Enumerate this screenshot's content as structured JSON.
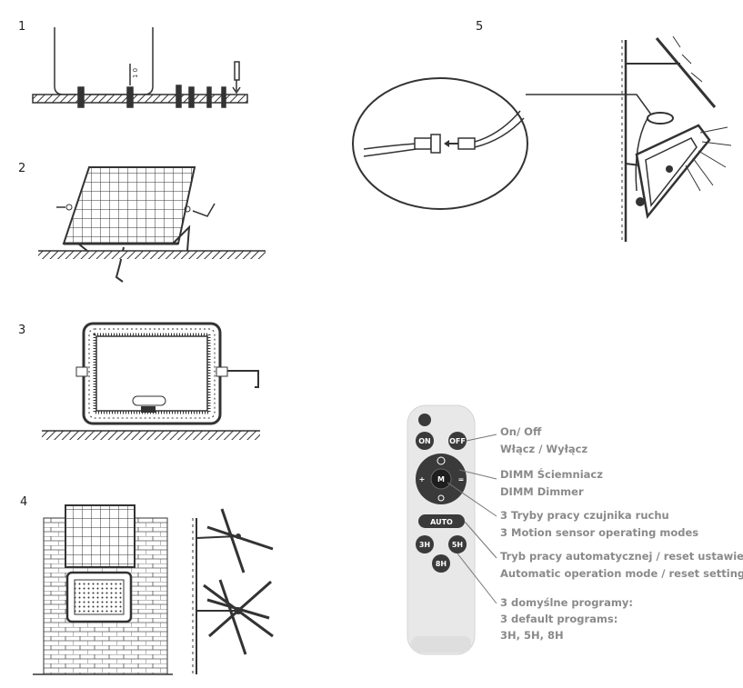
{
  "steps": [
    "1",
    "2",
    "3",
    "4",
    "5"
  ],
  "step1_marks": "1 0",
  "remote": {
    "buttons": {
      "on": "ON",
      "off": "OFF",
      "mode": "M",
      "plus": "+",
      "minus": "=",
      "auto": "AUTO",
      "h3": "3H",
      "h5": "5H",
      "h8": "8H"
    },
    "legend": [
      [
        "On/ Off",
        "Włącz / Wyłącz"
      ],
      [
        "DIMM Ściemniacz",
        "DIMM Dimmer"
      ],
      [
        "3 Tryby pracy czujnika ruchu",
        "3 Motion sensor operating modes"
      ],
      [
        "Tryb pracy automatycznej / reset ustawień",
        "Automatic operation mode / reset settings"
      ],
      [
        "3 domyślne programy:",
        "3 default programs:",
        "3H, 5H, 8H"
      ]
    ]
  },
  "colors": {
    "line": "#333333",
    "remote_body": "#e8e8e8",
    "button_dark": "#3a3a3a",
    "legend_text": "#8a8a8a"
  }
}
